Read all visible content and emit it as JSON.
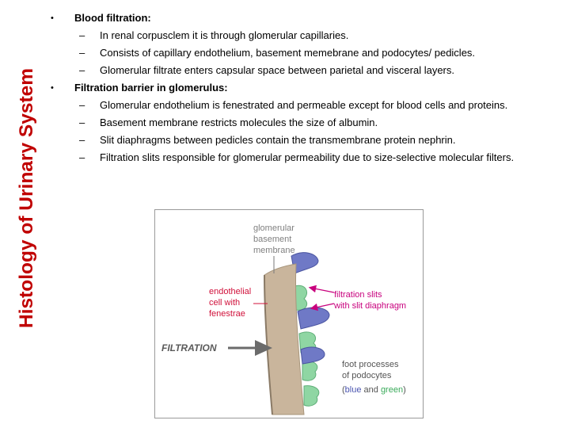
{
  "side_title": "Histology of Urinary System",
  "bullets": [
    {
      "title": "Blood filtration:",
      "items": [
        "In renal corpusclem it is through glomerular capillaries.",
        "Consists of capillary endothelium, basement memebrane and podocytes/ pedicles.",
        "Glomerular filtrate enters capsular space between parietal and visceral layers."
      ]
    },
    {
      "title": "Filtration barrier in glomerulus:",
      "items": [
        "Glomerular endothelium is fenestrated and permeable except for blood cells and proteins.",
        "Basement membrane restricts molecules the size of albumin.",
        "Slit diaphragms between pedicles contain the transmembrane protein nephrin.",
        "Filtration slits responsible for glomerular permeability due to size-selective molecular filters."
      ]
    }
  ],
  "figure": {
    "label_gbm": [
      "glomerular",
      "basement",
      "membrane"
    ],
    "label_endothelial": [
      "endothelial",
      "cell with",
      "fenestrae"
    ],
    "label_filtration": "FILTRATION",
    "label_slits": [
      "filtration slits",
      "with slit diaphragm"
    ],
    "label_foot": [
      "foot processes",
      "of podocytes"
    ],
    "label_paren_open": "(",
    "label_blue": "blue",
    "label_and": " and ",
    "label_green": "green",
    "label_paren_close": ")",
    "colors": {
      "membrane": "#c9b59c",
      "blue_process": "#6f79c6",
      "green_process": "#8fd6a3",
      "red_label": "#d0103a",
      "magenta_arrow": "#c8007d",
      "gray_label": "#808080",
      "filtration_label": "#5a5a5a",
      "filtration_arrow": "#6b6b6b"
    }
  }
}
